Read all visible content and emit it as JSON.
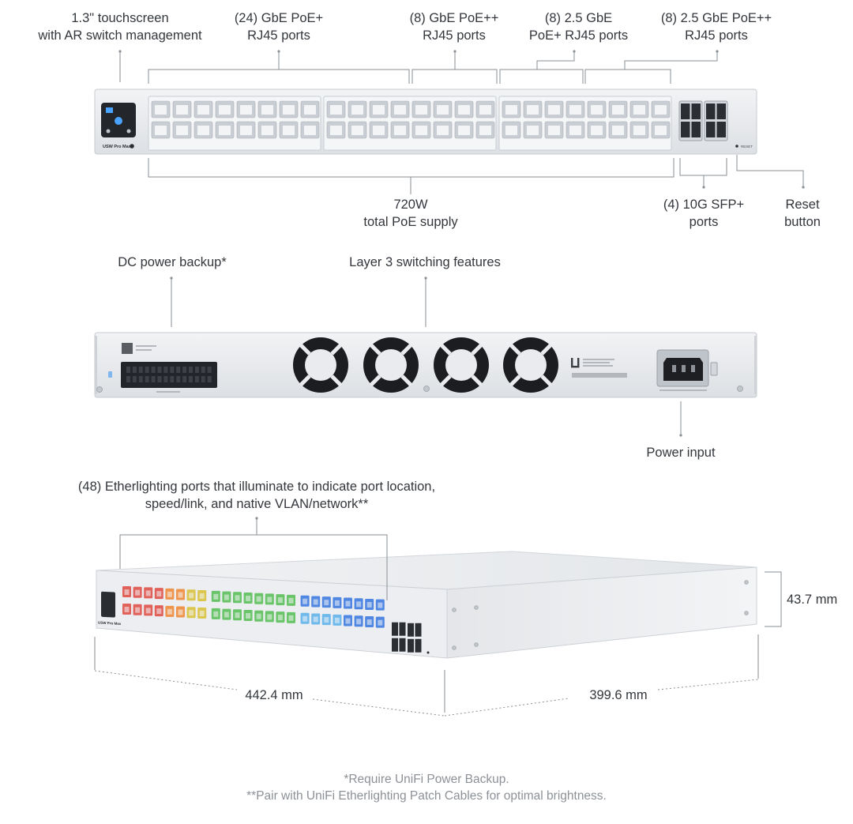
{
  "front_labels": {
    "touchscreen": [
      "1.3\" touchscreen",
      "with AR switch management"
    ],
    "gbe_poe_plus": [
      "(24) GbE PoE+",
      "RJ45 ports"
    ],
    "gbe_poe_plusplus": [
      "(8) GbE PoE++",
      "RJ45 ports"
    ],
    "ge25_poe_plus": [
      "(8) 2.5 GbE",
      "PoE+ RJ45 ports"
    ],
    "ge25_poe_plusplus": [
      "(8) 2.5 GbE PoE++",
      "RJ45 ports"
    ],
    "poe_supply": [
      "720W",
      "total PoE supply"
    ],
    "sfp": [
      "(4) 10G SFP+",
      "ports"
    ],
    "reset": [
      "Reset",
      "button"
    ]
  },
  "front_panel": {
    "model_label": "USW Pro Max",
    "reset_label": "RESET"
  },
  "rear_labels": {
    "dc_backup": "DC power backup*",
    "layer3": "Layer 3 switching features",
    "power_input": "Power input"
  },
  "iso_labels": {
    "etherlighting": [
      "(48) Etherlighting ports that illuminate to indicate port location,",
      "speed/link, and native VLAN/network**"
    ],
    "height": "43.7 mm",
    "width": "442.4 mm",
    "depth": "399.6 mm"
  },
  "footnotes": {
    "note1": "*Require UniFi Power Backup.",
    "note2": "**Pair with UniFi Etherlighting Patch Cables for optimal brightness."
  },
  "colors": {
    "chassis": "#e9ebee",
    "port_body": "#c9ced4",
    "callout_line": "#8a8f95",
    "fan": "#1b1d20",
    "etherlight_red": "#e0524a",
    "etherlight_orange": "#ef8a3a",
    "etherlight_yellow": "#d9c23e",
    "etherlight_green": "#5cbf5a",
    "etherlight_blue": "#3f7be0",
    "etherlight_lightblue": "#62b2ea"
  }
}
